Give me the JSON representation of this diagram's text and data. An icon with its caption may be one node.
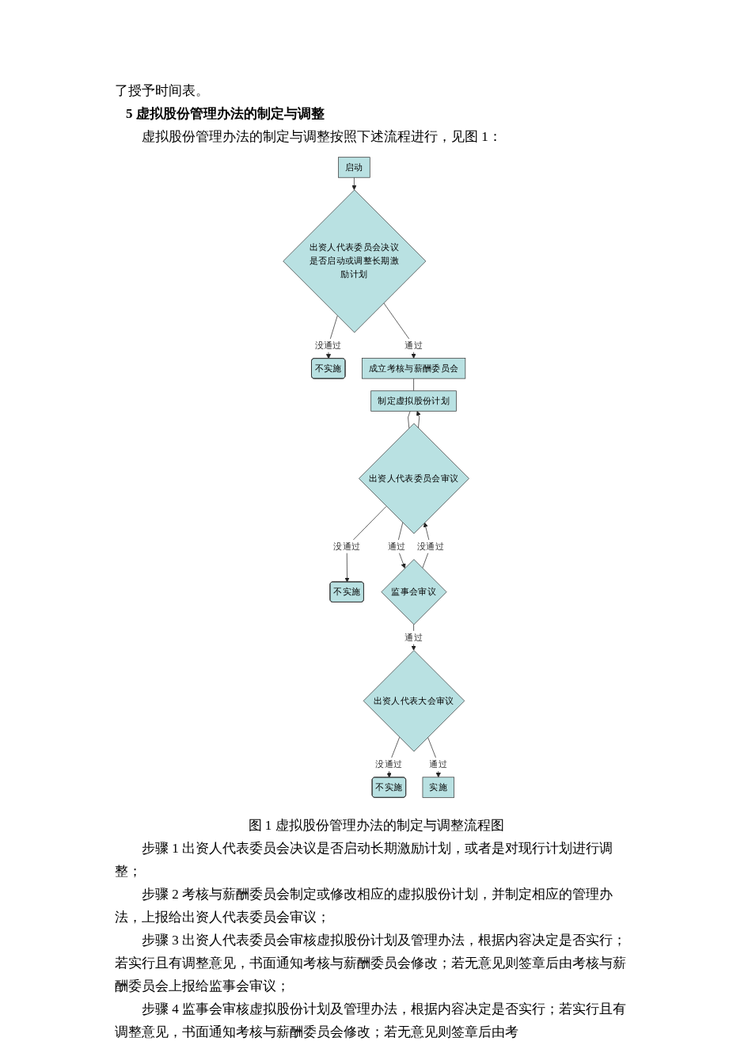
{
  "diagram": {
    "title": "5 虚拟股份管理办法的制定与调整",
    "caption": "图 1 虚拟股份管理办法的制定与调整流程图",
    "nodes": [
      {
        "text": [
          "启动"
        ]
      },
      {
        "text": [
          "出资人代表委员会决议是否启动或调整长期激励计划"
        ]
      },
      {
        "text": [
          "不实施"
        ]
      },
      {
        "text": [
          "成立考核与薪酬委员会"
        ]
      },
      {
        "text": [
          "制定虚拟股份计划"
        ]
      },
      {
        "text": [
          "不实施"
        ]
      },
      {
        "text": [
          "出资人代表委员会审议"
        ]
      },
      {
        "text": [
          "监事会审议"
        ]
      },
      {
        "text": [
          "不实施"
        ]
      },
      {
        "text": [
          "出资人代表大会审议"
        ]
      },
      {
        "text": [
          "实施"
        ]
      }
    ],
    "edges": [
      {
        "from": 0,
        "to": 1,
        "arrow": "to"
      },
      {
        "from": 1,
        "to": 2,
        "arrow": "to",
        "label": "没通过"
      },
      {
        "from": 1,
        "to": 3,
        "arrow": "to",
        "label": "通过"
      },
      {
        "from": 3,
        "to": 4,
        "arrow": "none"
      },
      {
        "from": 4,
        "to": 6,
        "arrow": "none"
      },
      {
        "from": 6,
        "to": 5,
        "arrow": "to",
        "label": "没通过"
      },
      {
        "from": 6,
        "to": 4,
        "arrow": "to"
      },
      {
        "from": 6,
        "to": 7,
        "arrow": "to",
        "label": "通过"
      },
      {
        "from": 7,
        "to": 6,
        "arrow": "to",
        "label": "没通过"
      },
      {
        "from": 7,
        "to": 9,
        "arrow": "to",
        "label": "通过"
      },
      {
        "from": 9,
        "to": 8,
        "arrow": "to",
        "label": "没通过"
      },
      {
        "from": 9,
        "to": 10,
        "arrow": "to",
        "label": "通过"
      }
    ],
    "labels": [
      "了授予时间表。",
      "虚拟股份管理办法的制定与调整按照下述流程进行，见图 1：",
      "步骤 1 出资人代表委员会决议是否启动长期激励计划，或者是对现行计划进行调整；",
      "步骤 2 考核与薪酬委员会制定或修改相应的虚拟股份计划，并制定相应的管理办法，上报给出资人代表委员会审议；",
      "步骤 3 出资人代表委员会审核虚拟股份计划及管理办法，根据内容决定是否实行；若实行且有调整意见，书面通知考核与薪酬委员会修改；若无意见则签章后由考核与薪酬委员会上报给监事会审议；",
      "步骤 4 监事会审核虚拟股份计划及管理办法，根据内容决定是否实行；若实行且有调整意见，书面通知考核与薪酬委员会修改；若无意见则签章后由考"
    ]
  }
}
